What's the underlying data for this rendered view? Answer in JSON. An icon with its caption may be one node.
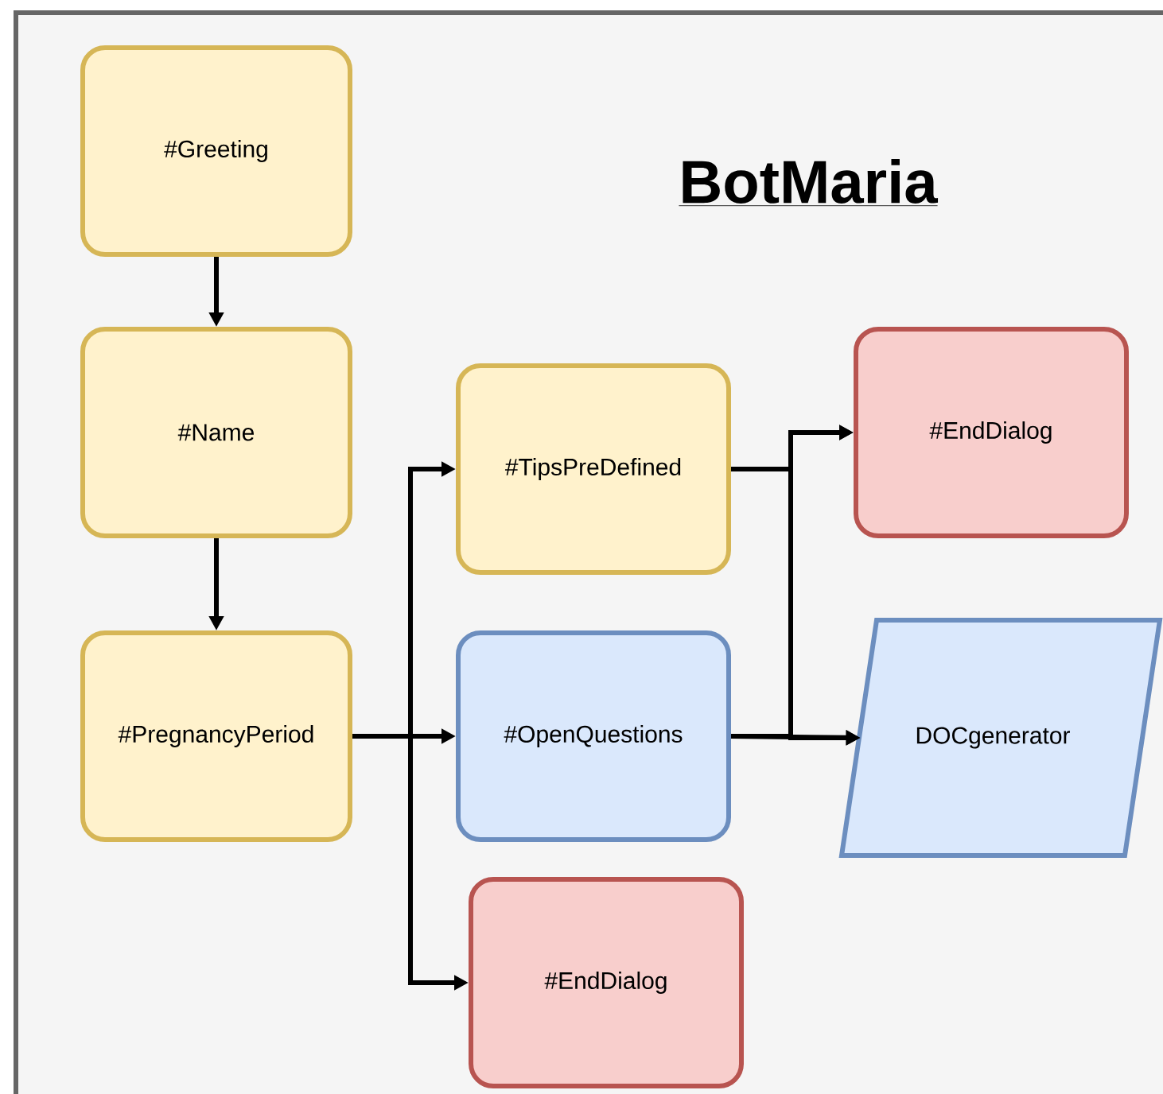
{
  "diagram": {
    "title": "BotMaria",
    "nodes": [
      {
        "text": [
          "#Greeting"
        ]
      },
      {
        "text": [
          "#Name"
        ]
      },
      {
        "text": [
          "#PregnancyPeriod"
        ]
      },
      {
        "text": [
          "#TipsPreDefined"
        ]
      },
      {
        "text": [
          "#OpenQuestions"
        ]
      },
      {
        "text": [
          "#EndDialog"
        ]
      },
      {
        "text": [
          "#EndDialog"
        ]
      },
      {
        "text": [
          "DOCgenerator"
        ]
      }
    ],
    "edges": [
      {
        "from": 0,
        "to": 1,
        "arrow": "to"
      },
      {
        "from": 1,
        "to": 2,
        "arrow": "to"
      },
      {
        "from": 2,
        "to": 3,
        "arrow": "to"
      },
      {
        "from": 2,
        "to": 4,
        "arrow": "to"
      },
      {
        "from": 2,
        "to": 5,
        "arrow": "to"
      },
      {
        "from": 3,
        "to": 6,
        "arrow": "to"
      },
      {
        "from": 3,
        "to": 7,
        "arrow": "to"
      },
      {
        "from": 4,
        "to": 6,
        "arrow": "to"
      },
      {
        "from": 4,
        "to": 7,
        "arrow": "to"
      }
    ]
  }
}
